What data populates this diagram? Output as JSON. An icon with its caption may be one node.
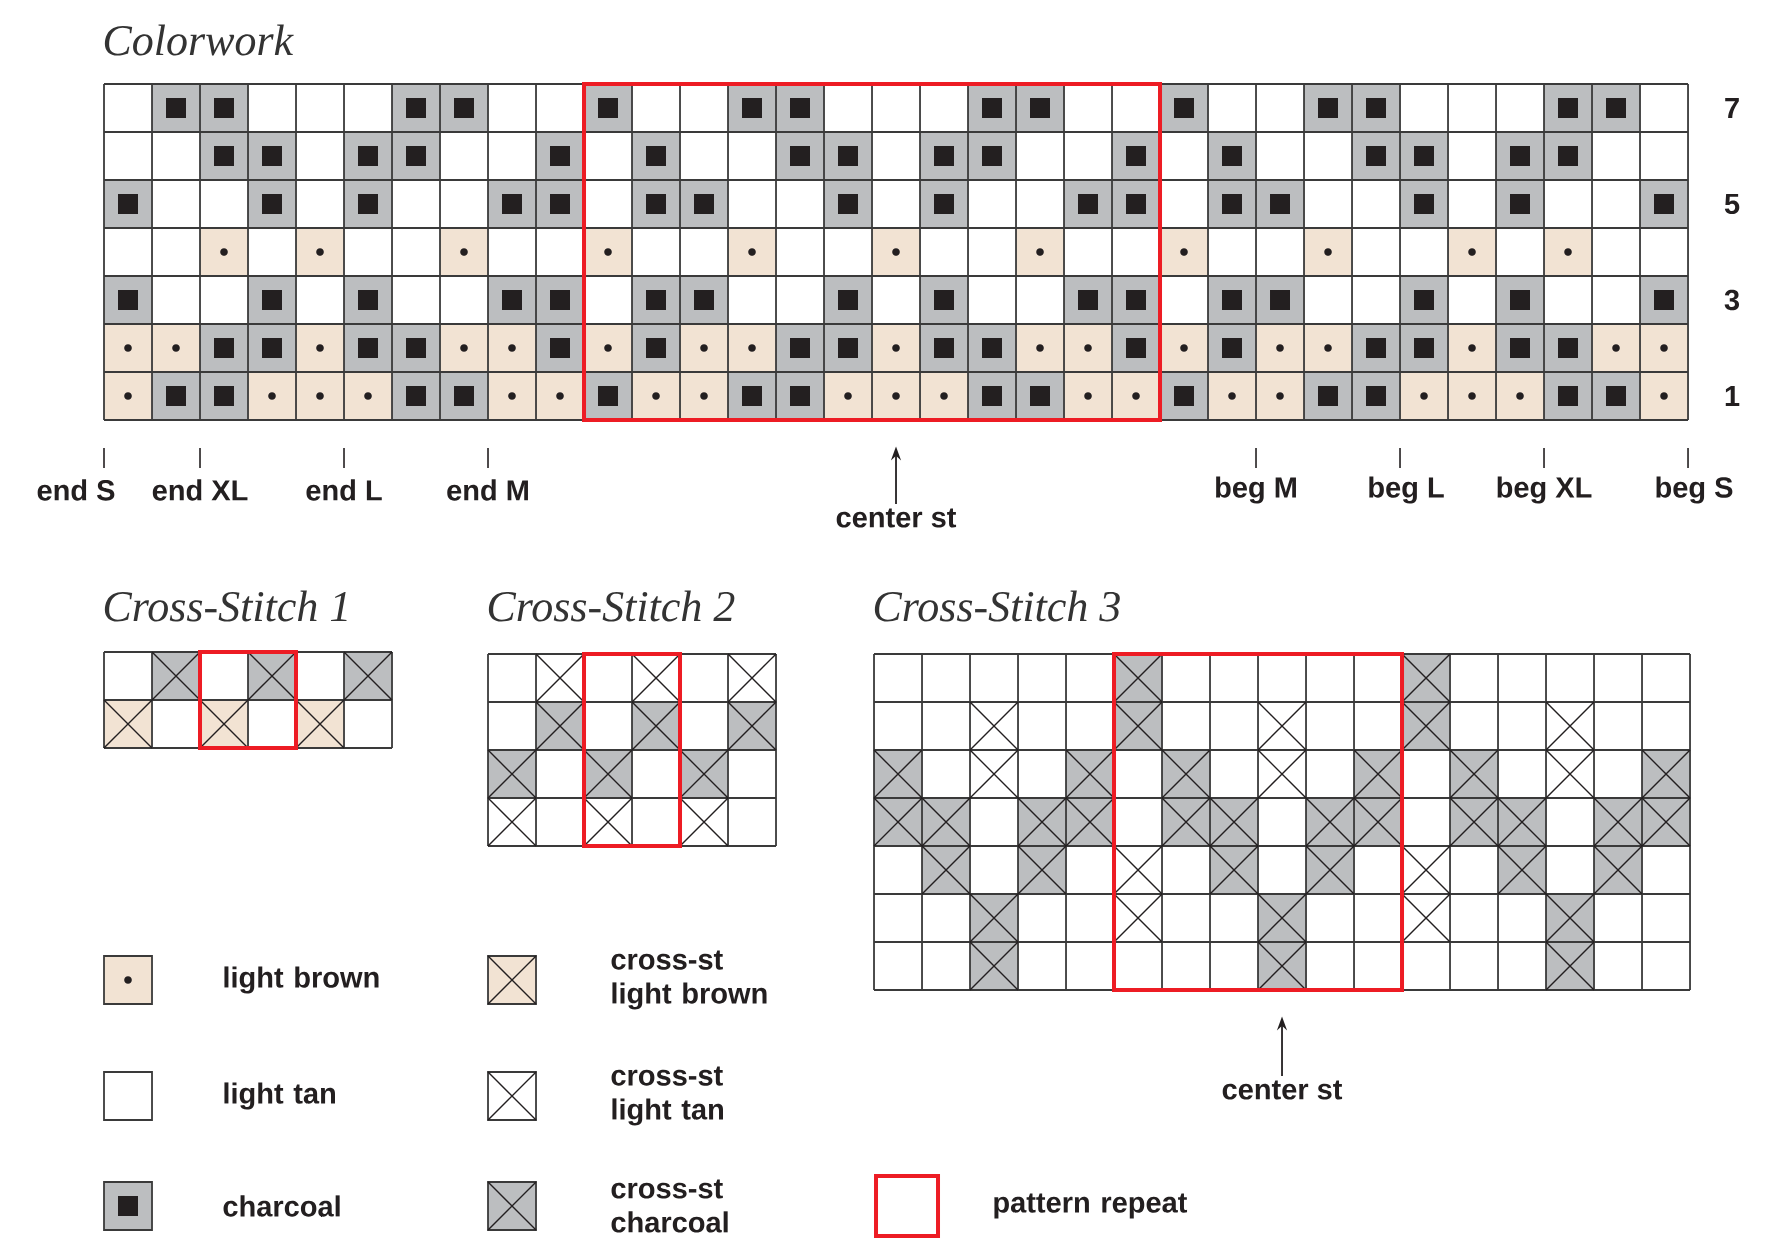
{
  "diagram": {
    "nodes": [
      {
        "text": [],
        "shape": "grid"
      },
      {
        "text": [
          "center st"
        ]
      },
      {
        "text": [],
        "shape": "grid"
      },
      {
        "text": [
          "center st"
        ]
      }
    ],
    "edges": [
      {
        "from": 1,
        "to": 0,
        "arrow": "to"
      },
      {
        "from": 3,
        "to": 2,
        "arrow": "to"
      }
    ],
    "labels": [
      "Colorwork",
      "7",
      "5",
      "3",
      "1",
      "end S",
      "end XL",
      "end L",
      "end M",
      "beg M",
      "beg L",
      "beg XL",
      "beg S",
      "Cross-Stitch 1",
      "Cross-Stitch 2",
      "Cross-Stitch 3"
    ],
    "legend": [
      {
        "text": "light brown",
        "color": "#f2e3d3"
      },
      {
        "text": "cross-st light brown",
        "color": "#f2e3d3"
      },
      {
        "text": "light tan"
      },
      {
        "text": "cross-st light tan"
      },
      {
        "text": "charcoal",
        "color": "#bcbec0"
      },
      {
        "text": "cross-st charcoal",
        "color": "#bcbec0"
      },
      {
        "text": "pattern repeat"
      }
    ]
  }
}
